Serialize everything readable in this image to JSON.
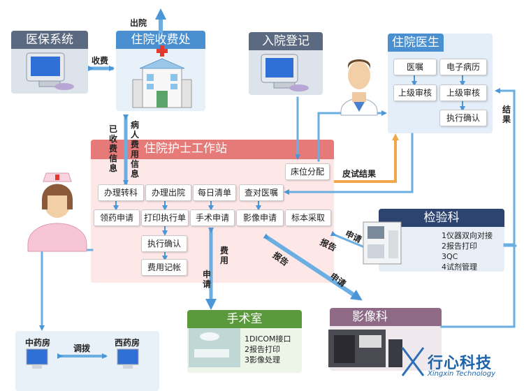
{
  "panels": {
    "yibao": "医保系统",
    "shoufei": "住院收费处",
    "ruyuan": "入院登记",
    "yisheng": "住院医生",
    "hushi": "住院护士工作站",
    "jianyan": "检验科",
    "shoushu": "手术室",
    "yingxiang": "影像科"
  },
  "doctor_boxes": [
    "医嘱",
    "电子病历",
    "上级审核",
    "上级审核",
    "执行确认"
  ],
  "nurse_row1": [
    "办理转科",
    "办理出院",
    "每日清单",
    "查对医嘱"
  ],
  "nurse_row2": [
    "领药申请",
    "打印执行单",
    "手术申请",
    "影像申请",
    "标本采取"
  ],
  "nurse_row3": [
    "执行确认"
  ],
  "nurse_row4": [
    "费用记帐"
  ],
  "bed_box": "床位分配",
  "labels": {
    "chuyuan": "出院",
    "shoufei": "收费",
    "yishoufei": "已收费信息",
    "bingren": "病人费用信息",
    "pishi": "皮试结果",
    "jieguo": "结果",
    "feiyong": "费用",
    "shenqing_ss": "申请",
    "baogao1": "报告",
    "shenqing1": "申请",
    "baogao2": "报告",
    "shenqing2": "申请",
    "diaobo": "调拨"
  },
  "jianyan_list": "1仪器双向对接\n2报告打印\n3QC\n4试剂管理",
  "shoushu_list": "1DICOM接口\n2报告打印\n3影像处理",
  "pharmacy": {
    "zhong": "中药房",
    "xi": "西药房"
  },
  "brand": {
    "name": "行心科技",
    "sub": "Xingxin Technology"
  },
  "colors": {
    "arrow": "#6aaee2",
    "arrow_dark": "#3a88cc",
    "orange": "#f0a84a",
    "nurse_panel": "#fde7e7",
    "nurse_title": "#e67a78"
  }
}
